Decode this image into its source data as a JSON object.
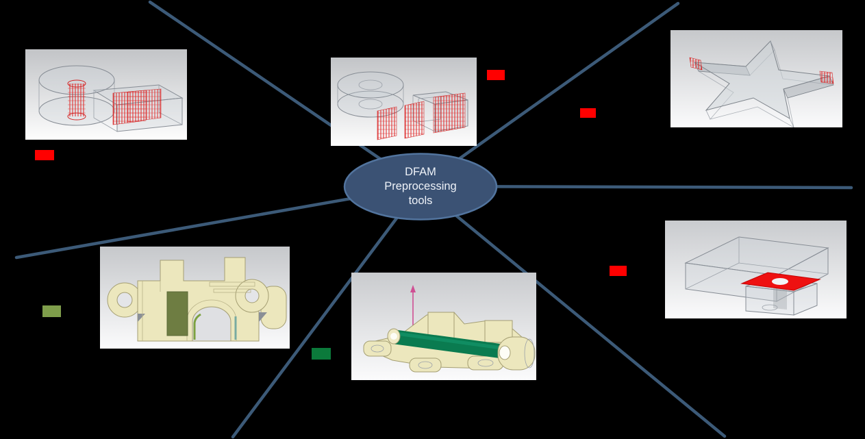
{
  "diagram": {
    "center": {
      "line1": "DFAM",
      "line2": "Preprocessing",
      "line3": "tools"
    }
  },
  "colors": {
    "background": "#000000",
    "connector": "#3c5a78",
    "ellipse_fill": "#3b5274",
    "ellipse_border": "#52749e",
    "red": "#ff0000",
    "olive": "#7f9e4b",
    "green": "#0b7a3b"
  },
  "swatches": [
    {
      "position": "top-left",
      "color": "#ff0000"
    },
    {
      "position": "top-middle",
      "color": "#ff0000"
    },
    {
      "position": "top-right",
      "color": "#ff0000"
    },
    {
      "position": "middle-right",
      "color": "#ff0000"
    },
    {
      "position": "bottom-left",
      "color": "#7f9e4b"
    },
    {
      "position": "bottom-middle",
      "color": "#0b7a3b"
    }
  ]
}
